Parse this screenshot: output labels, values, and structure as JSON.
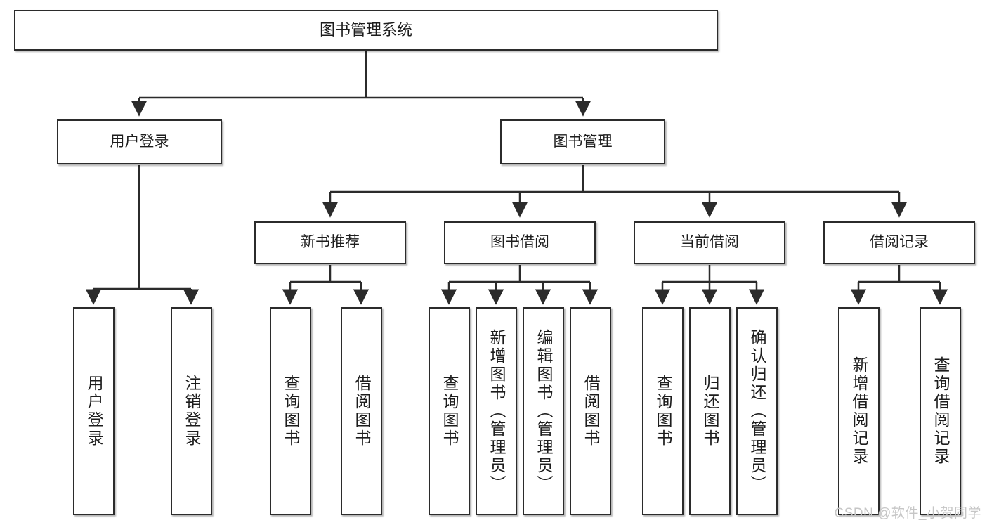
{
  "diagram": {
    "title": "图书管理系统",
    "type": "tree",
    "orientation": "top-down",
    "colors": {
      "box_border": "#2b2b2b",
      "box_fill": "#ffffff",
      "edge": "#2b2b2b",
      "text": "#1d1d1d",
      "watermark": "#c6c6c6",
      "background": "#ffffff"
    }
  },
  "nodes": {
    "root": {
      "label": "图书管理系统"
    },
    "level2": [
      {
        "id": "user-login",
        "label": "用户登录"
      },
      {
        "id": "book-management",
        "label": "图书管理"
      }
    ],
    "level3": [
      {
        "id": "new-book-recommend",
        "label": "新书推荐"
      },
      {
        "id": "book-borrow",
        "label": "图书借阅"
      },
      {
        "id": "current-borrow",
        "label": "当前借阅"
      },
      {
        "id": "borrow-record",
        "label": "借阅记录"
      }
    ],
    "leaves": [
      {
        "id": "leaf-user-login",
        "label": "用户登录",
        "parent": "user-login"
      },
      {
        "id": "leaf-logout-login",
        "label": "注销登录",
        "parent": "user-login"
      },
      {
        "id": "leaf-query-book-1",
        "label": "查询图书",
        "parent": "new-book-recommend"
      },
      {
        "id": "leaf-borrow-book-1",
        "label": "借阅图书",
        "parent": "new-book-recommend"
      },
      {
        "id": "leaf-query-book-2",
        "label": "查询图书",
        "parent": "book-borrow"
      },
      {
        "id": "leaf-add-book",
        "label": "新增图书（管理员）",
        "parent": "book-borrow"
      },
      {
        "id": "leaf-edit-book",
        "label": "编辑图书（管理员）",
        "parent": "book-borrow"
      },
      {
        "id": "leaf-borrow-book-2",
        "label": "借阅图书",
        "parent": "book-borrow"
      },
      {
        "id": "leaf-query-book-3",
        "label": "查询图书",
        "parent": "current-borrow"
      },
      {
        "id": "leaf-return-book",
        "label": "归还图书",
        "parent": "current-borrow"
      },
      {
        "id": "leaf-confirm-return",
        "label": "确认归还（管理员）",
        "parent": "current-borrow"
      },
      {
        "id": "leaf-add-record",
        "label": "新增借阅记录",
        "parent": "borrow-record"
      },
      {
        "id": "leaf-query-record",
        "label": "查询借阅记录",
        "parent": "borrow-record"
      }
    ]
  },
  "watermark": {
    "text": "CSDN @软件_小贺同学"
  }
}
